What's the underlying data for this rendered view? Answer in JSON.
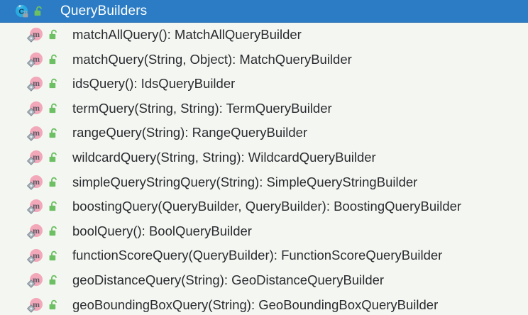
{
  "window": {
    "background_color": "#f4f7f1",
    "selection_color": "#2b7cc4"
  },
  "header": {
    "title": "QueryBuilders",
    "class_icon": "class-icon",
    "visibility_icon": "public-unlocked-icon",
    "selected": true,
    "text_color": "#ffffff"
  },
  "members": [
    {
      "icon": "method-icon",
      "visibility_icon": "public-unlocked-icon",
      "signature": "matchAllQuery(): MatchAllQueryBuilder"
    },
    {
      "icon": "method-icon",
      "visibility_icon": "public-unlocked-icon",
      "signature": "matchQuery(String, Object): MatchQueryBuilder"
    },
    {
      "icon": "method-icon",
      "visibility_icon": "public-unlocked-icon",
      "signature": "idsQuery(): IdsQueryBuilder"
    },
    {
      "icon": "method-icon",
      "visibility_icon": "public-unlocked-icon",
      "signature": "termQuery(String, String): TermQueryBuilder"
    },
    {
      "icon": "method-icon",
      "visibility_icon": "public-unlocked-icon",
      "signature": "rangeQuery(String): RangeQueryBuilder"
    },
    {
      "icon": "method-icon",
      "visibility_icon": "public-unlocked-icon",
      "signature": "wildcardQuery(String, String): WildcardQueryBuilder"
    },
    {
      "icon": "method-icon",
      "visibility_icon": "public-unlocked-icon",
      "signature": "simpleQueryStringQuery(String): SimpleQueryStringBuilder"
    },
    {
      "icon": "method-icon",
      "visibility_icon": "public-unlocked-icon",
      "signature": "boostingQuery(QueryBuilder, QueryBuilder): BoostingQueryBuilder"
    },
    {
      "icon": "method-icon",
      "visibility_icon": "public-unlocked-icon",
      "signature": "boolQuery(): BoolQueryBuilder"
    },
    {
      "icon": "method-icon",
      "visibility_icon": "public-unlocked-icon",
      "signature": "functionScoreQuery(QueryBuilder): FunctionScoreQueryBuilder"
    },
    {
      "icon": "method-icon",
      "visibility_icon": "public-unlocked-icon",
      "signature": "geoDistanceQuery(String): GeoDistanceQueryBuilder"
    },
    {
      "icon": "method-icon",
      "visibility_icon": "public-unlocked-icon",
      "signature": "geoBoundingBoxQuery(String): GeoBoundingBoxQueryBuilder"
    }
  ],
  "colors": {
    "method_icon_fill": "#f3a8b9",
    "method_icon_glyph": "#555560",
    "lock_open_fill": "#6cbf63",
    "class_icon_fill": "#29abe2",
    "text": "#2a2a30"
  }
}
